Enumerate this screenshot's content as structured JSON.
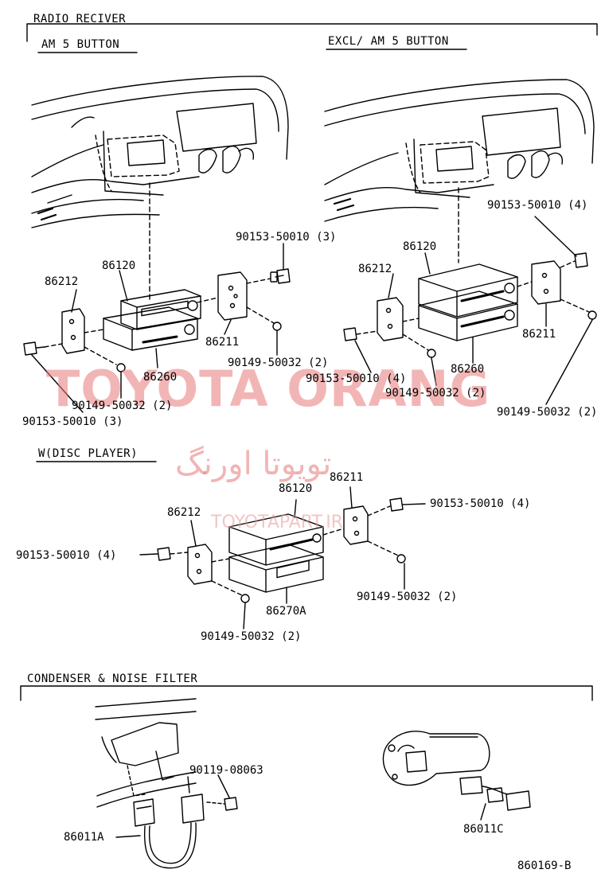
{
  "sections": {
    "main_title": "RADIO RECIVER",
    "am5": "AM 5 BUTTON",
    "excl": "EXCL/ AM 5 BUTTON",
    "disc": "W(DISC PLAYER)",
    "condenser": "CONDENSER & NOISE FILTER"
  },
  "parts": {
    "a_86120": "86120",
    "a_86212": "86212",
    "a_86211": "86211",
    "a_86260": "86260",
    "a_90153_top": "90153-50010 (3)",
    "a_90149": "90149-50032 (2)",
    "a_90153_bot": "90153-50010 (3)",
    "b_90153_top": "90153-50010 (4)",
    "b_86120": "86120",
    "b_86212": "86212",
    "b_86211": "86211",
    "b_86260": "86260",
    "b_90153": "90153-50010 (4)",
    "b_90149_mid": "90149-50032 (2)",
    "b_90149_right": "90149-50032 (2)",
    "c_86211": "86211",
    "c_86120": "86120",
    "c_90153_right": "90153-50010 (4)",
    "c_86212": "86212",
    "c_90153_left": "90153-50010 (4)",
    "c_86270a": "86270A",
    "c_90149_right": "90149-50032 (2)",
    "c_90149_left": "90149-50032 (2)",
    "d_90119": "90119-08063",
    "d_86011a": "86011A",
    "d_86011c": "86011C"
  },
  "footer": {
    "drawing_code": "860169-B"
  },
  "watermark": {
    "brand": "TOYOTA ORANG",
    "brand_fa": "تویوتا اورنگ",
    "site": "TOYOTAPART.IR"
  }
}
